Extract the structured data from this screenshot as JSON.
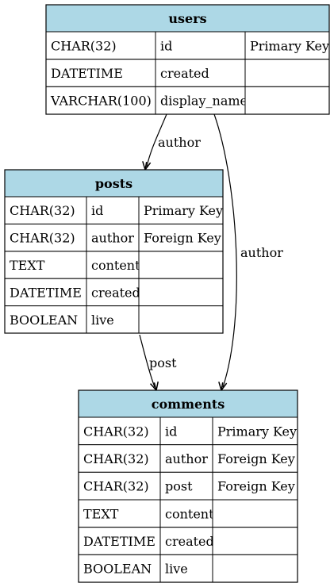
{
  "colors": {
    "header_fill": "#add8e6",
    "line": "#000000",
    "background": "#ffffff"
  },
  "tables": [
    {
      "id": "users",
      "name": "users",
      "rows": [
        [
          "CHAR(32)",
          "id",
          "Primary Key"
        ],
        [
          "DATETIME",
          "created",
          ""
        ],
        [
          "VARCHAR(100)",
          "display_name",
          ""
        ]
      ]
    },
    {
      "id": "posts",
      "name": "posts",
      "rows": [
        [
          "CHAR(32)",
          "id",
          "Primary Key"
        ],
        [
          "CHAR(32)",
          "author",
          "Foreign Key"
        ],
        [
          "TEXT",
          "content",
          ""
        ],
        [
          "DATETIME",
          "created",
          ""
        ],
        [
          "BOOLEAN",
          "live",
          ""
        ]
      ]
    },
    {
      "id": "comments",
      "name": "comments",
      "rows": [
        [
          "CHAR(32)",
          "id",
          "Primary Key"
        ],
        [
          "CHAR(32)",
          "author",
          "Foreign Key"
        ],
        [
          "CHAR(32)",
          "post",
          "Foreign Key"
        ],
        [
          "TEXT",
          "content",
          ""
        ],
        [
          "DATETIME",
          "created",
          ""
        ],
        [
          "BOOLEAN",
          "live",
          ""
        ]
      ]
    }
  ],
  "relationships": [
    {
      "id": "users-posts",
      "from": "users",
      "to": "posts",
      "label": "author"
    },
    {
      "id": "users-comments",
      "from": "users",
      "to": "comments",
      "label": "author"
    },
    {
      "id": "posts-comments",
      "from": "posts",
      "to": "comments",
      "label": "post"
    }
  ]
}
